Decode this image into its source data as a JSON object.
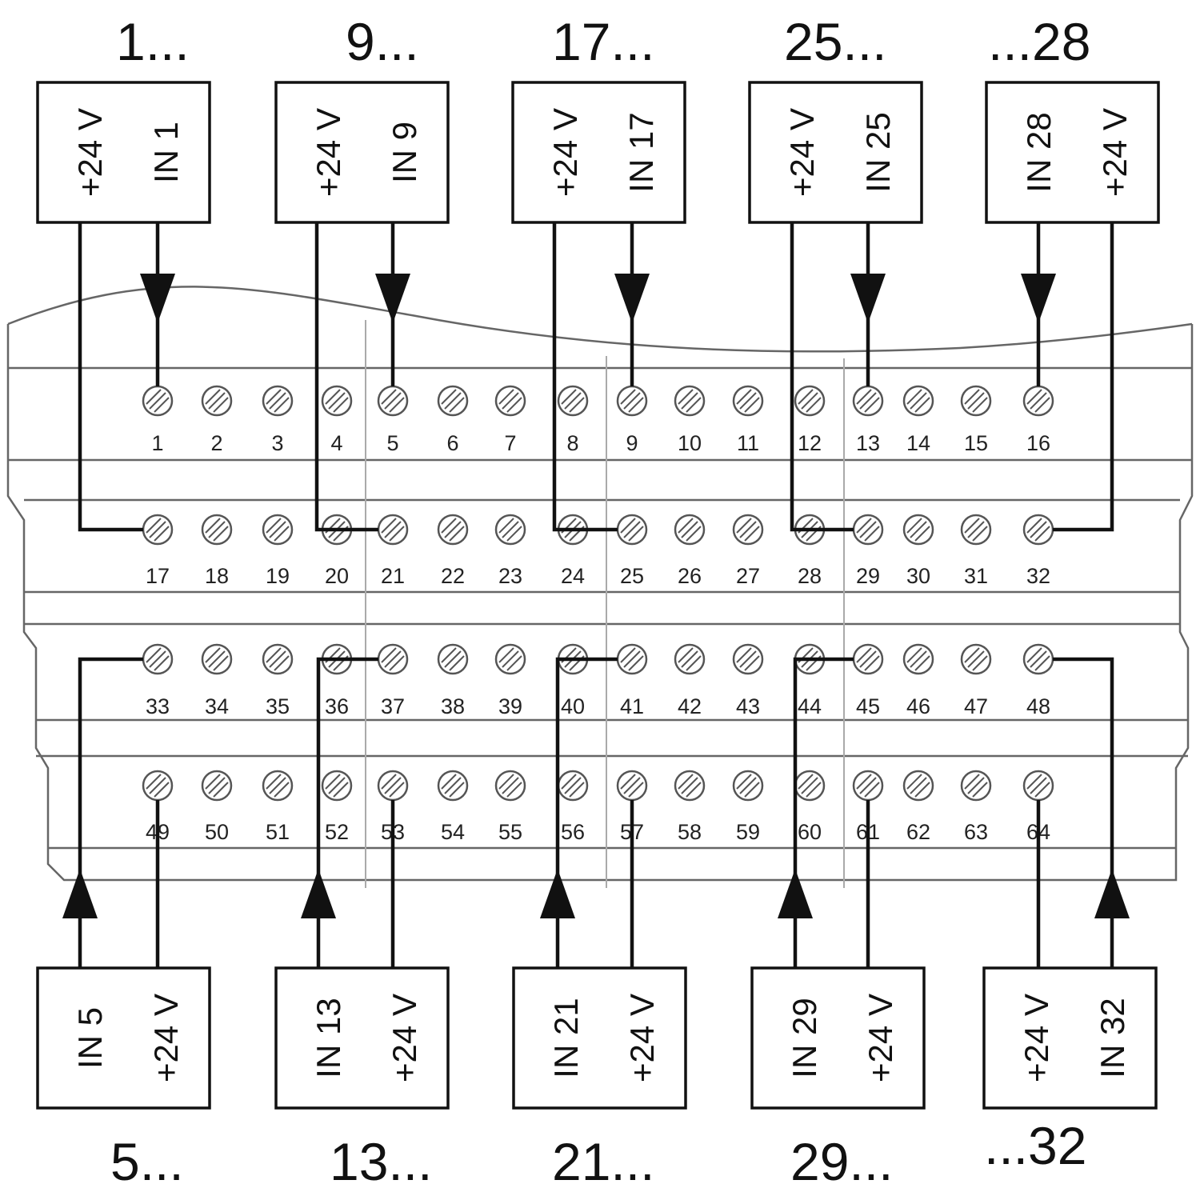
{
  "diagram": {
    "top_groups": [
      "1...",
      "9...",
      "17...",
      "25...",
      "...28"
    ],
    "bottom_groups": [
      "5...",
      "13...",
      "21...",
      "29...",
      "...32"
    ],
    "top_boxes": [
      {
        "left": "+24 V",
        "right": "IN 1"
      },
      {
        "left": "+24 V",
        "right": "IN 9"
      },
      {
        "left": "+24 V",
        "right": "IN 17"
      },
      {
        "left": "+24 V",
        "right": "IN 25"
      },
      {
        "left": "IN 28",
        "right": "+24 V"
      }
    ],
    "bottom_boxes": [
      {
        "left": "IN 5",
        "right": "+24 V"
      },
      {
        "left": "IN 13",
        "right": "+24 V"
      },
      {
        "left": "IN 21",
        "right": "+24 V"
      },
      {
        "left": "IN 29",
        "right": "+24 V"
      },
      {
        "left": "+24 V",
        "right": "IN 32"
      }
    ],
    "terminal_rows": [
      [
        "1",
        "2",
        "3",
        "4",
        "5",
        "6",
        "7",
        "8",
        "9",
        "10",
        "11",
        "12",
        "13",
        "14",
        "15",
        "16"
      ],
      [
        "17",
        "18",
        "19",
        "20",
        "21",
        "22",
        "23",
        "24",
        "25",
        "26",
        "27",
        "28",
        "29",
        "30",
        "31",
        "32"
      ],
      [
        "33",
        "34",
        "35",
        "36",
        "37",
        "38",
        "39",
        "40",
        "41",
        "42",
        "43",
        "44",
        "45",
        "46",
        "47",
        "48"
      ],
      [
        "49",
        "50",
        "51",
        "52",
        "53",
        "54",
        "55",
        "56",
        "57",
        "58",
        "59",
        "60",
        "61",
        "62",
        "63",
        "64"
      ]
    ]
  }
}
